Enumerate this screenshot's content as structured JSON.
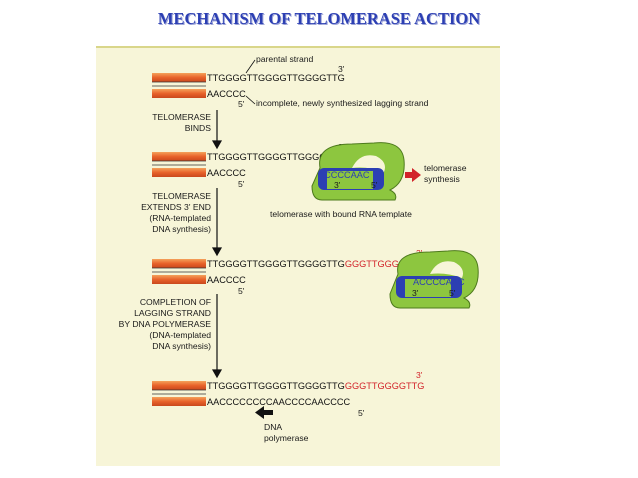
{
  "title": "MECHANISM OF TELOMERASE ACTION",
  "labels": {
    "parental_strand": "parental strand",
    "incomplete_strand": "incomplete, newly synthesized lagging strand",
    "telomerase_synthesis_1": "telomerase",
    "telomerase_synthesis_2": "synthesis",
    "bound_rna": "telomerase with bound RNA template",
    "dna_1": "DNA",
    "dna_2": "polymerase"
  },
  "steps": {
    "binds": [
      "TELOMERASE",
      "BINDS"
    ],
    "extends": [
      "TELOMERASE",
      "EXTENDS 3' END",
      "(RNA-templated",
      "DNA synthesis)"
    ],
    "completion": [
      "COMPLETION OF",
      "LAGGING STRAND",
      "BY DNA POLYMERASE",
      "(DNA-templated",
      "DNA synthesis)"
    ]
  },
  "sequences": {
    "parental": "TTGGGGTTGGGGTTGGGGTTG",
    "parental_ext": "GGGTTGGGGTTG",
    "lagging": "AACCCC",
    "filled": "CCCCAACCCCAACCCC",
    "template": "ACCCCAAC"
  },
  "ends": {
    "three_prime": "3'",
    "five_prime": "5'"
  },
  "colors": {
    "title": "#2c3fb3",
    "panel": "#f7f5d8",
    "strand_orange": "#e8622a",
    "telomerase_green": "#8dc63f",
    "rna_blue": "#2c3fb3",
    "new_dna_red": "#d2232a"
  }
}
